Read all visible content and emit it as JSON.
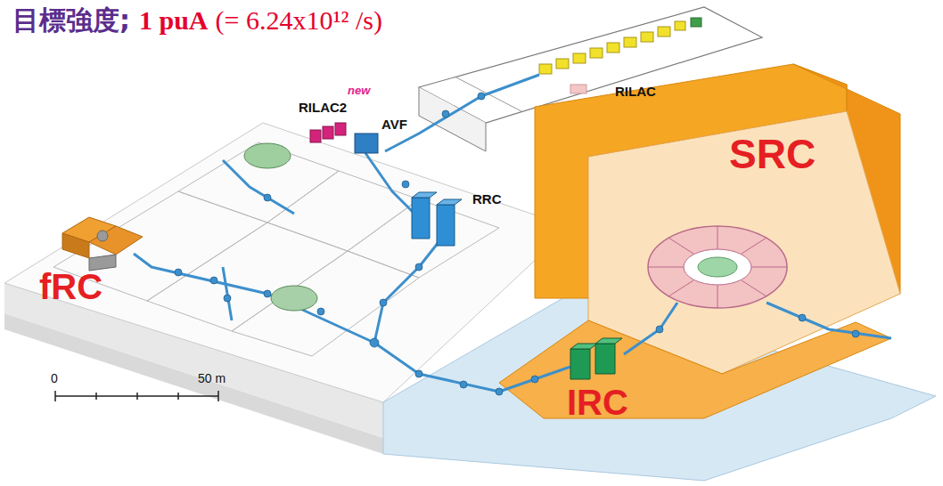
{
  "diagram": {
    "title": "目標強度;",
    "labels": [
      "1 puA",
      "(= 6.24x10¹² /s)",
      "RILAC",
      "new",
      "RILAC2",
      "AVF",
      "RRC",
      "SRC",
      "fRC",
      "IRC",
      "0",
      "50 m"
    ]
  }
}
